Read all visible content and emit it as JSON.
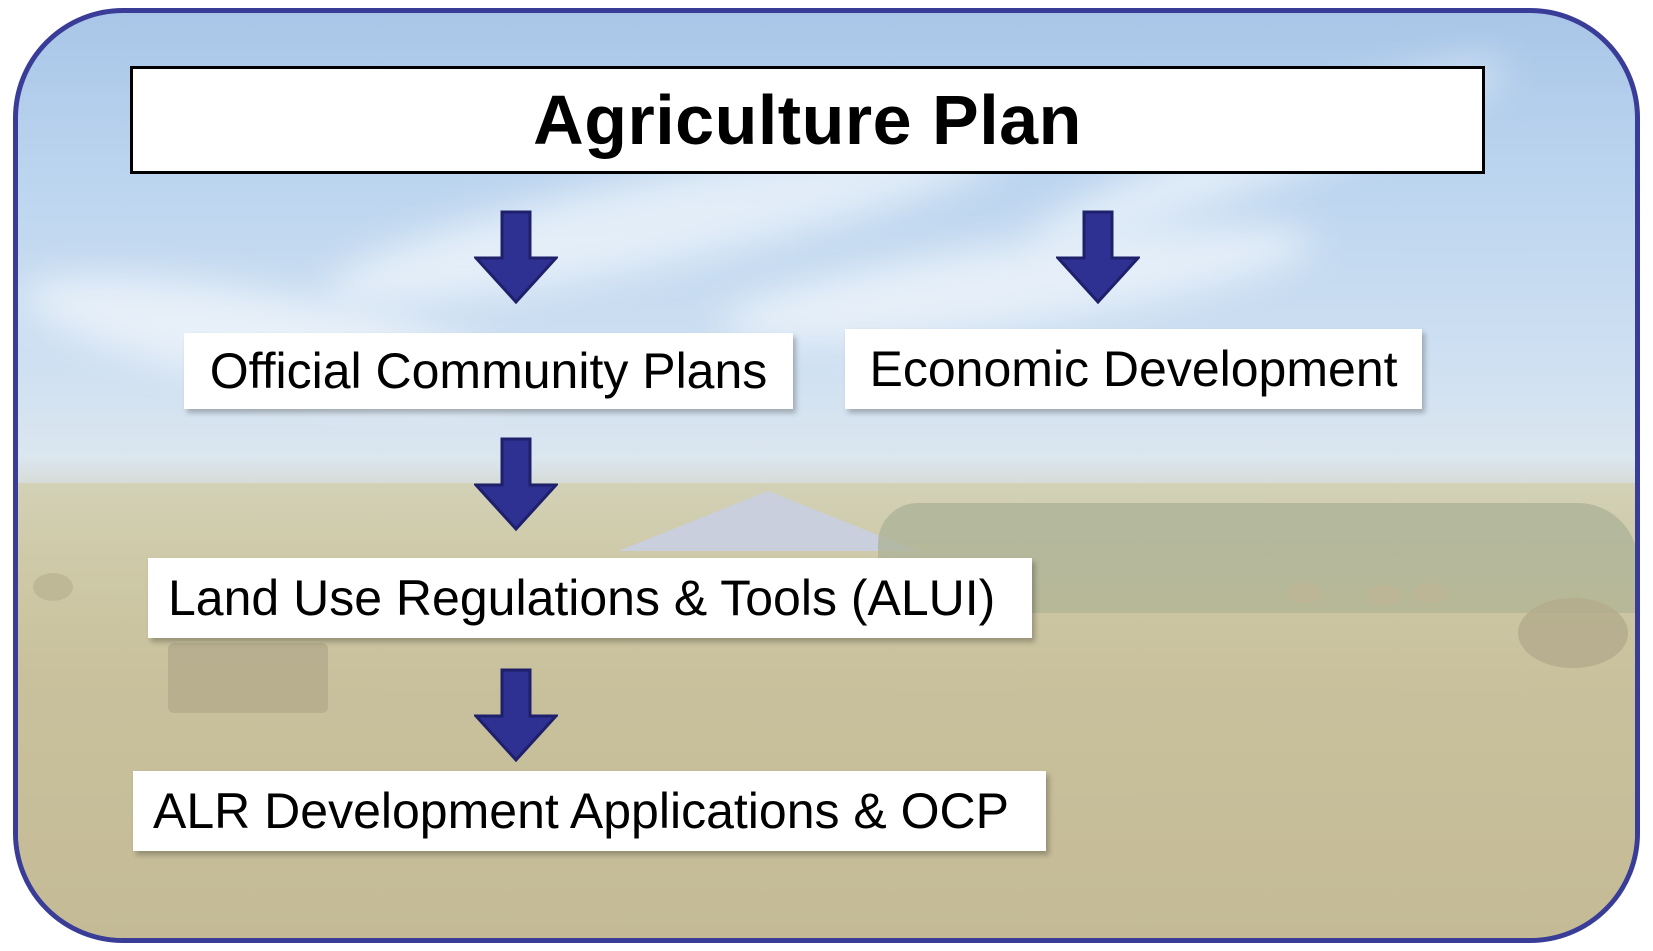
{
  "title": "Agriculture Plan",
  "nodes": {
    "ocp": "Official Community Plans",
    "econ": "Economic Development",
    "alui": "Land Use Regulations & Tools (ALUI)",
    "alr": "ALR Development Applications & OCP"
  },
  "colors": {
    "frame_border": "#3a3d97",
    "arrow_fill": "#2e3192",
    "arrow_stroke": "#1e206b"
  },
  "icons": {
    "arrow": "down-arrow-icon",
    "background": "hayfield-landscape-photo"
  }
}
